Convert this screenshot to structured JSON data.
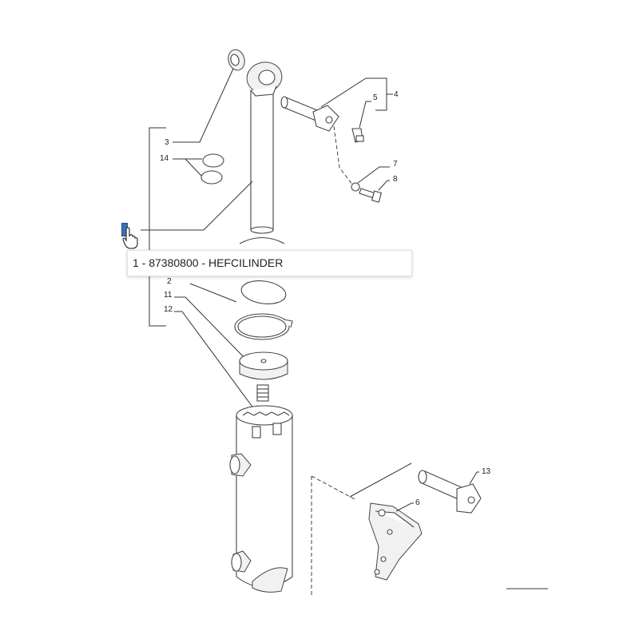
{
  "diagram": {
    "callouts": [
      "1",
      "2",
      "3",
      "4",
      "5",
      "6",
      "7",
      "8",
      "11",
      "12",
      "13",
      "14"
    ],
    "tooltip_text": "1 - 87380800 - HEFCILINDER"
  },
  "icons": {
    "cursor": "hand-pointer-icon",
    "hotspot": "hotspot-marker-icon"
  },
  "colors": {
    "hotspot": "#3d6fb4",
    "line": "#333333"
  }
}
